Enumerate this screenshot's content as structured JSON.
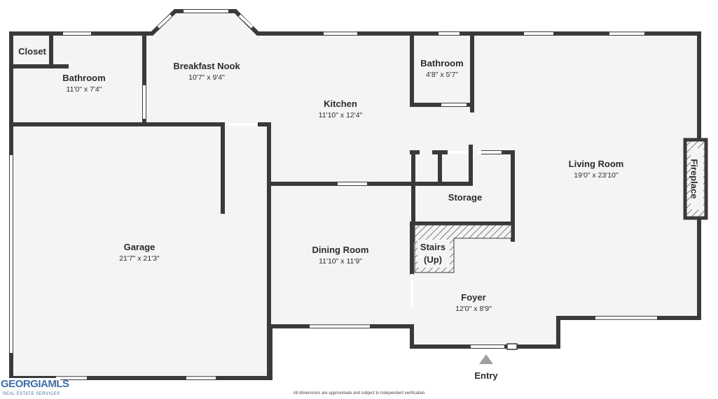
{
  "rooms": {
    "closet": {
      "name": "Closet",
      "dim": ""
    },
    "bathroom1": {
      "name": "Bathroom",
      "dim": "11'0\" x 7'4\""
    },
    "breakfast": {
      "name": "Breakfast Nook",
      "dim": "10'7\" x 9'4\""
    },
    "bathroom2": {
      "name": "Bathroom",
      "dim": "4'8\" x 5'7\""
    },
    "kitchen": {
      "name": "Kitchen",
      "dim": "11'10\" x 12'4\""
    },
    "living": {
      "name": "Living Room",
      "dim": "19'0\" x 23'10\""
    },
    "storage": {
      "name": "Storage",
      "dim": ""
    },
    "garage": {
      "name": "Garage",
      "dim": "21'7\" x 21'3\""
    },
    "dining": {
      "name": "Dining Room",
      "dim": "11'10\" x 11'9\""
    },
    "stairs": {
      "name_line1": "Stairs",
      "name_line2": "(Up)"
    },
    "foyer": {
      "name": "Foyer",
      "dim": "12'0\" x 8'9\""
    }
  },
  "fireplace_label": "Fireplace",
  "entry_label": "Entry",
  "disclaimer": "All dimensions are approximate and subject to independent verification",
  "logo": {
    "main": "GEORGIAMLS",
    "sub": "REAL ESTATE SERVICES"
  },
  "colors": {
    "wall": "#3a3a3a",
    "floor": "#f4f4f4",
    "logo": "#3d6faa"
  }
}
